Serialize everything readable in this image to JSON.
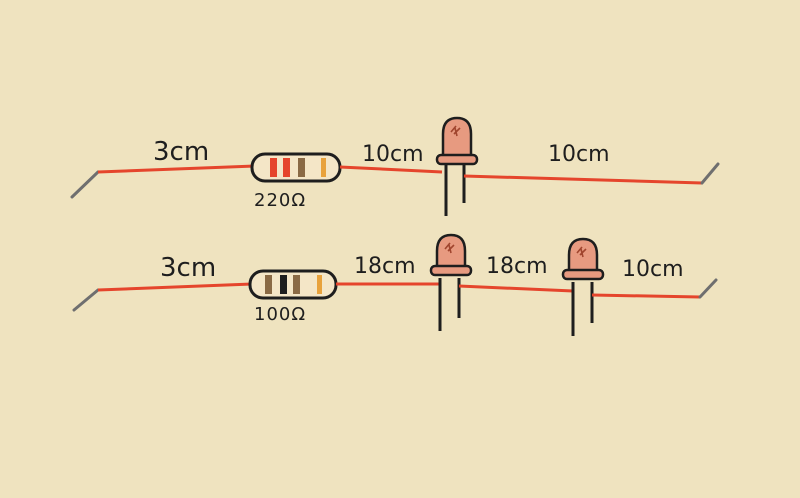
{
  "colors": {
    "paper": "#efe3bf",
    "wire": "#e5452c",
    "lead": "#6f6f6f",
    "led_body": "#e79a80",
    "led_leg": "#1e1e1e",
    "resistor_body": "#f4e6c7",
    "ink": "#1e1e1e"
  },
  "strip_top": {
    "segments": [
      {
        "length_label": "3cm"
      },
      {
        "length_label": "10cm"
      },
      {
        "length_label": "10cm"
      }
    ],
    "resistor": {
      "value_label": "220Ω",
      "bands": [
        "#e5452c",
        "#e5452c",
        "#8a6a45",
        "#e8a23c"
      ]
    },
    "leds": [
      {
        "kind": "LED"
      }
    ]
  },
  "strip_bottom": {
    "segments": [
      {
        "length_label": "3cm"
      },
      {
        "length_label": "18cm"
      },
      {
        "length_label": "18cm"
      },
      {
        "length_label": "10cm"
      }
    ],
    "resistor": {
      "value_label": "100Ω",
      "bands": [
        "#8a6a45",
        "#1e1e1e",
        "#8a6a45",
        "#e8a23c"
      ]
    },
    "leds": [
      {
        "kind": "LED"
      },
      {
        "kind": "LED"
      }
    ]
  }
}
